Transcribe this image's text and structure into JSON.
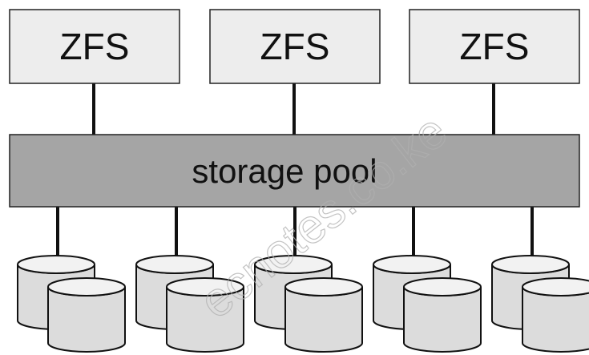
{
  "filesystems": [
    {
      "label": "ZFS"
    },
    {
      "label": "ZFS"
    },
    {
      "label": "ZFS"
    }
  ],
  "pool": {
    "label": "storage pool"
  },
  "disk_groups": 5,
  "disks_per_group": 2,
  "watermark": "ecnotes.co.ke",
  "colors": {
    "fs_box_fill": "#ededed",
    "pool_fill": "#a5a5a5",
    "disk_fill": "#dcdcdc",
    "disk_top_fill": "#f2f2f2",
    "line": "#111111"
  }
}
